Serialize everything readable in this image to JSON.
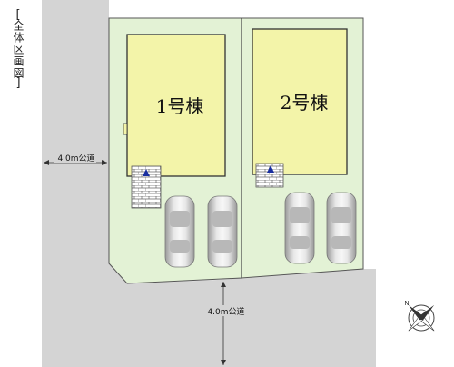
{
  "title": "全体区画図",
  "title_bracket_open": "[",
  "title_bracket_close": "]",
  "lots": [
    {
      "label": "1号棟"
    },
    {
      "label": "2号棟"
    }
  ],
  "roads": {
    "west": {
      "label": "4.0m公道"
    },
    "south": {
      "label": "4.0m公道"
    }
  },
  "compass": {
    "north_label": "N"
  },
  "colors": {
    "road": "#d3d3d3",
    "lot": "#e3f2d5",
    "building": "#f3f4a9",
    "line": "#555555",
    "entrance_marker": "#1a2fa0"
  }
}
